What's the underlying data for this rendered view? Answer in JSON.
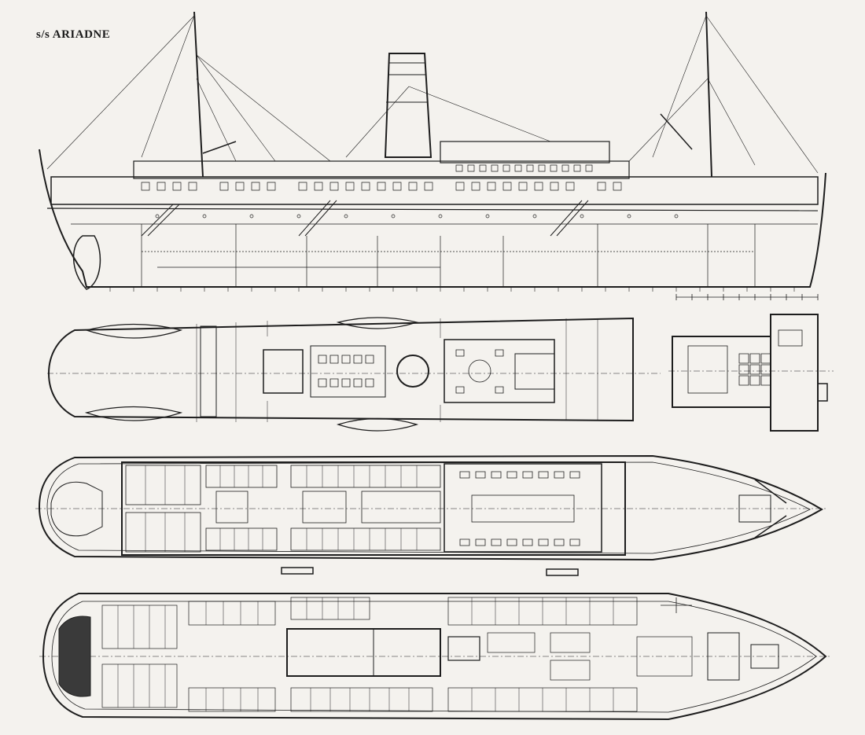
{
  "title": "s/s ARIADNE",
  "colors": {
    "ink": "#1d1d1d",
    "paper": "#f4f2ee",
    "fill": "#d9d6d0"
  },
  "views": [
    {
      "id": "side-elevation"
    },
    {
      "id": "boat-deck-plan"
    },
    {
      "id": "navigation-bridge-plan"
    },
    {
      "id": "promenade-deck-plan"
    },
    {
      "id": "main-deck-plan"
    }
  ]
}
